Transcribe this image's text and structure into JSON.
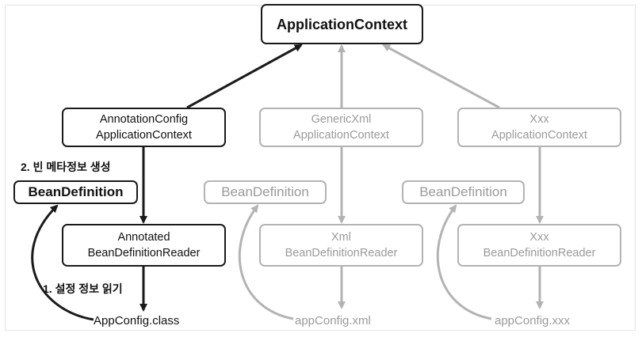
{
  "root": "ApplicationContext",
  "columns": [
    {
      "context": [
        "AnnotationConfig",
        "ApplicationContext"
      ],
      "bean_definition": "BeanDefinition",
      "reader": [
        "Annotated",
        "BeanDefinitionReader"
      ],
      "config_file": "AppConfig.class"
    },
    {
      "context": [
        "GenericXml",
        "ApplicationContext"
      ],
      "bean_definition": "BeanDefinition",
      "reader": [
        "Xml",
        "BeanDefinitionReader"
      ],
      "config_file": "appConfig.xml"
    },
    {
      "context": [
        "Xxx",
        "ApplicationContext"
      ],
      "bean_definition": "BeanDefinition",
      "reader": [
        "Xxx",
        "BeanDefinitionReader"
      ],
      "config_file": "appConfig.xxx"
    }
  ],
  "steps": {
    "create": "2. 빈 메타정보 생성",
    "read": "1. 설정 정보 읽기"
  },
  "colors": {
    "dark": "#1a1a1a",
    "gray": "#b3b3b3",
    "gray_text": "#9a9a9a"
  }
}
